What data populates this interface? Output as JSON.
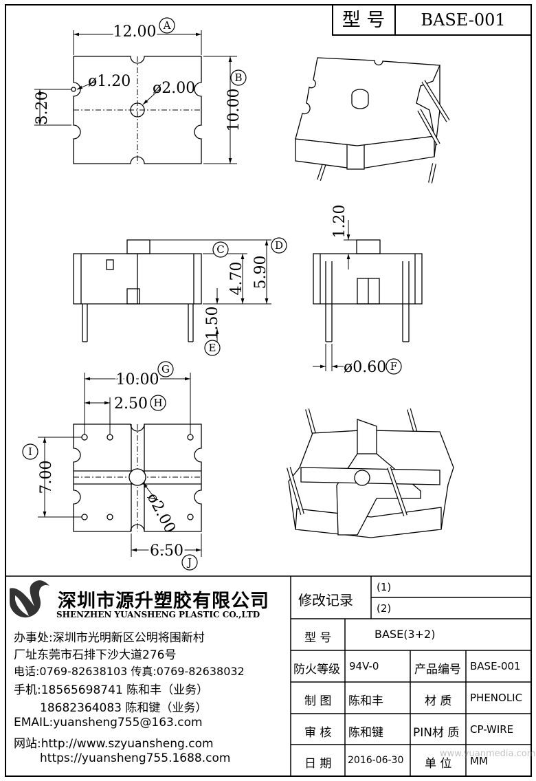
{
  "header": {
    "model_label": "型 号",
    "model_value": "BASE-001"
  },
  "dims": {
    "a": "12.00",
    "b": "10.00",
    "hole_small": "ø1.20",
    "hole_large": "ø2.00",
    "side": "3.20",
    "c": "4.70",
    "d": "5.90",
    "e": "1.50",
    "top": "1.20",
    "pin": "ø0.60",
    "g": "10.00",
    "h": "2.50",
    "i": "7.00",
    "bottom_hole": "ø2.00",
    "j": "6.50"
  },
  "markers": {
    "a": "A",
    "b": "B",
    "c": "C",
    "d": "D",
    "e": "E",
    "f": "F",
    "g": "G",
    "h": "H",
    "i": "I",
    "j": "J"
  },
  "company": {
    "name_cn": "深圳市源升塑胶有限公司",
    "name_en": "SHENZHEN YUANSHENG PLASTIC CO.,LTD",
    "office": "办事处:深圳市光明新区公明将围新村",
    "factory": "厂址东莞市石排下沙大道276号",
    "phone": "电话:0769-82638103 传真:0769-82638032",
    "mobile1": "手机:18565698741 陈和丰（业务）",
    "mobile2": "18682364083 陈和键（业务）",
    "email": "EMAIL:yuansheng755@163.com",
    "website": "网站:http://www.szyuansheng.com",
    "website2": "https://yuansheng755.1688.com"
  },
  "table": {
    "revision_label": "修改记录",
    "rev1": "(1)",
    "rev2": "(2)",
    "model_label": "型 号",
    "model_value": "BASE(3+2)",
    "fire_label": "防火等级",
    "fire_value": "94V-0",
    "code_label": "产品编号",
    "code_value": "BASE-001",
    "draw_label": "制 图",
    "draw_value": "陈和丰",
    "material_label": "材 质",
    "material_value": "PHENOLIC",
    "check_label": "审 核",
    "check_value": "陈和键",
    "pin_material_label": "PIN材 质",
    "pin_material_value": "CP-WIRE",
    "date_label": "日 期",
    "date_value": "2016-06-30",
    "unit_label": "单 位",
    "unit_value": "MM"
  },
  "watermark": "www.yuanmedia.com"
}
